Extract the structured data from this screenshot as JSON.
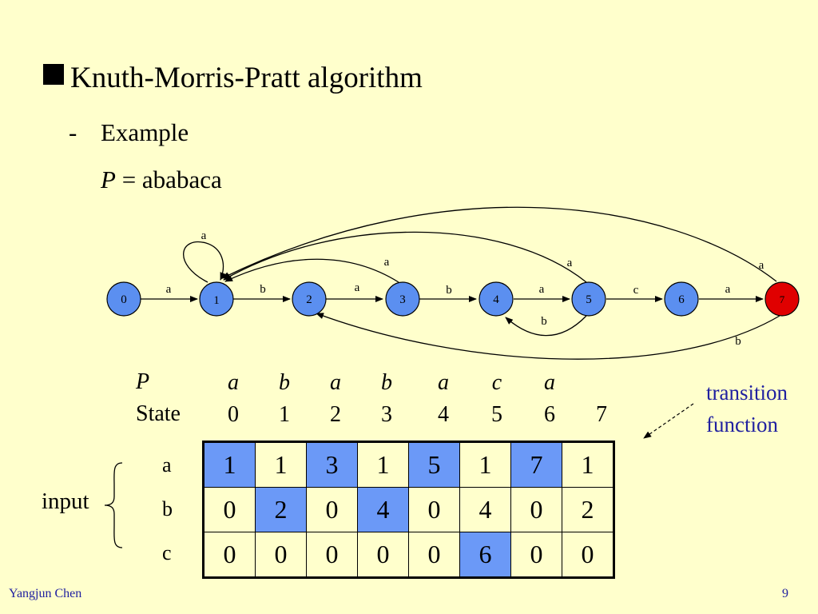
{
  "title": "Knuth-Morris-Pratt algorithm",
  "bullet_dash": "-",
  "subtitle": "Example",
  "pattern": {
    "var": "P",
    "eq": " = ",
    "value": "ababaca"
  },
  "automaton": {
    "states": [
      "0",
      "1",
      "2",
      "3",
      "4",
      "5",
      "6",
      "7"
    ],
    "accepting_state": "7",
    "colors": {
      "state": "#5b8ff0",
      "accept": "#e00000"
    },
    "forward_edges": [
      {
        "from": "0",
        "to": "1",
        "label": "a"
      },
      {
        "from": "1",
        "to": "2",
        "label": "b"
      },
      {
        "from": "2",
        "to": "3",
        "label": "a"
      },
      {
        "from": "3",
        "to": "4",
        "label": "b"
      },
      {
        "from": "4",
        "to": "5",
        "label": "a"
      },
      {
        "from": "5",
        "to": "6",
        "label": "c"
      },
      {
        "from": "6",
        "to": "7",
        "label": "a"
      }
    ],
    "back_edges": [
      {
        "from": "1",
        "to": "1",
        "label": "a"
      },
      {
        "from": "3",
        "to": "1",
        "label": "a"
      },
      {
        "from": "5",
        "to": "1",
        "label": "a"
      },
      {
        "from": "7",
        "to": "1",
        "label": "a"
      },
      {
        "from": "5",
        "to": "4",
        "label": "b"
      },
      {
        "from": "7",
        "to": "2",
        "label": "b"
      }
    ]
  },
  "table_header": {
    "p_label": "P",
    "p_chars": [
      "a",
      "b",
      "a",
      "b",
      "a",
      "c",
      "a"
    ],
    "state_label": "State",
    "states": [
      "0",
      "1",
      "2",
      "3",
      "4",
      "5",
      "6",
      "7"
    ]
  },
  "transition_table": {
    "row_labels": [
      "a",
      "b",
      "c"
    ],
    "rows": [
      [
        "1",
        "1",
        "3",
        "1",
        "5",
        "1",
        "7",
        "1"
      ],
      [
        "0",
        "2",
        "0",
        "4",
        "0",
        "4",
        "0",
        "2"
      ],
      [
        "0",
        "0",
        "0",
        "0",
        "0",
        "6",
        "0",
        "0"
      ]
    ],
    "highlighted": [
      [
        0,
        0
      ],
      [
        0,
        2
      ],
      [
        0,
        4
      ],
      [
        0,
        6
      ],
      [
        1,
        1
      ],
      [
        1,
        3
      ],
      [
        2,
        5
      ]
    ],
    "highlight_color": "#6b99f7"
  },
  "input_label": "input",
  "annotation": {
    "line1": "transition",
    "line2": "function"
  },
  "footer": {
    "author": "Yangjun Chen",
    "page": "9"
  }
}
